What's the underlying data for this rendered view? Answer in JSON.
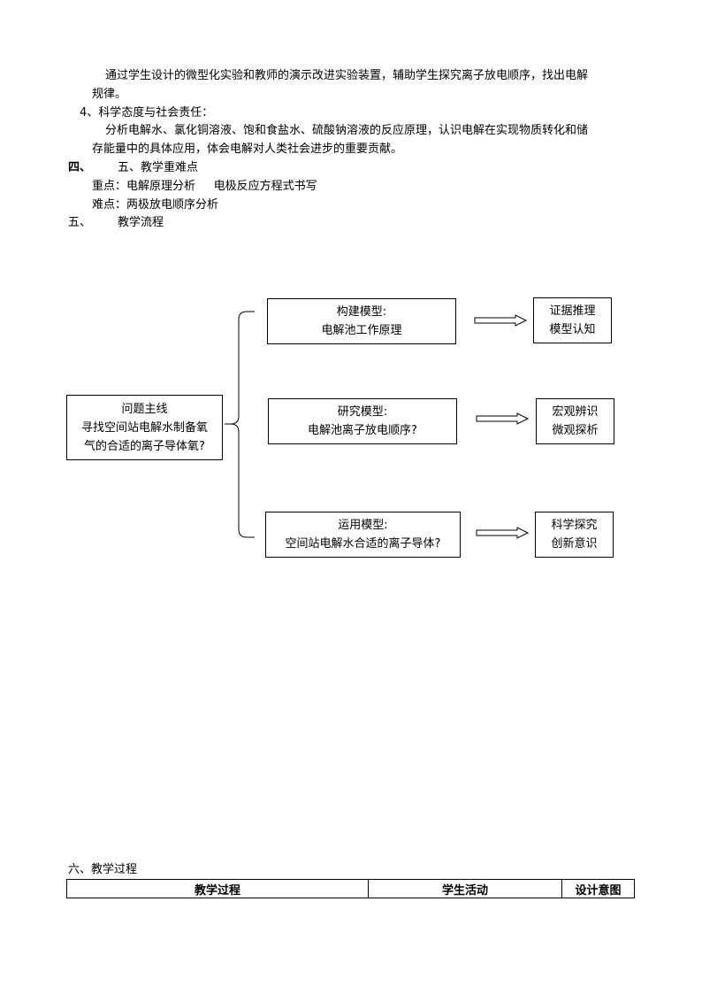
{
  "paragraphs": {
    "p1_line1": "通过学生设计的微型化实验和教师的演示改进实验装置，辅助学生探究离子放电顺序，找出电解",
    "p1_line2": "规律。",
    "item4_title": "4、科学态度与社会责任：",
    "p2_line1": "分析电解水、氯化铜溶液、饱和食盐水、硫酸钠溶液的反应原理，认识电解在实现物质转化和储",
    "p2_line2": "存能量中的具体应用，体会电解对人类社会进步的重要贡献。"
  },
  "section4": {
    "number": "四、",
    "title": "五、教学重难点",
    "key_points": "重点：电解原理分析     电极反应方程式书写",
    "difficult_points": "难点：两极放电顺序分析"
  },
  "section5": {
    "number": "五、",
    "title": "教学流程"
  },
  "flowchart": {
    "main": {
      "line1": "问题主线",
      "line2": "寻找空间站电解水制备氧",
      "line3": "气的合适的离子导体氧?"
    },
    "models": [
      {
        "line1": "构建模型:",
        "line2": "电解池工作原理"
      },
      {
        "line1": "研究模型:",
        "line2": "电解池离子放电顺序?"
      },
      {
        "line1": "运用模型:",
        "line2": "空间站电解水合适的离子导体?"
      }
    ],
    "literacies": [
      {
        "line1": "证据推理",
        "line2": "模型认知"
      },
      {
        "line1": "宏观辨识",
        "line2": "微观探析"
      },
      {
        "line1": "科学探究",
        "line2": "创新意识"
      }
    ]
  },
  "section6": {
    "title": "六、教学过程",
    "table_headers": [
      "教学过程",
      "学生活动",
      "设计意图"
    ]
  }
}
